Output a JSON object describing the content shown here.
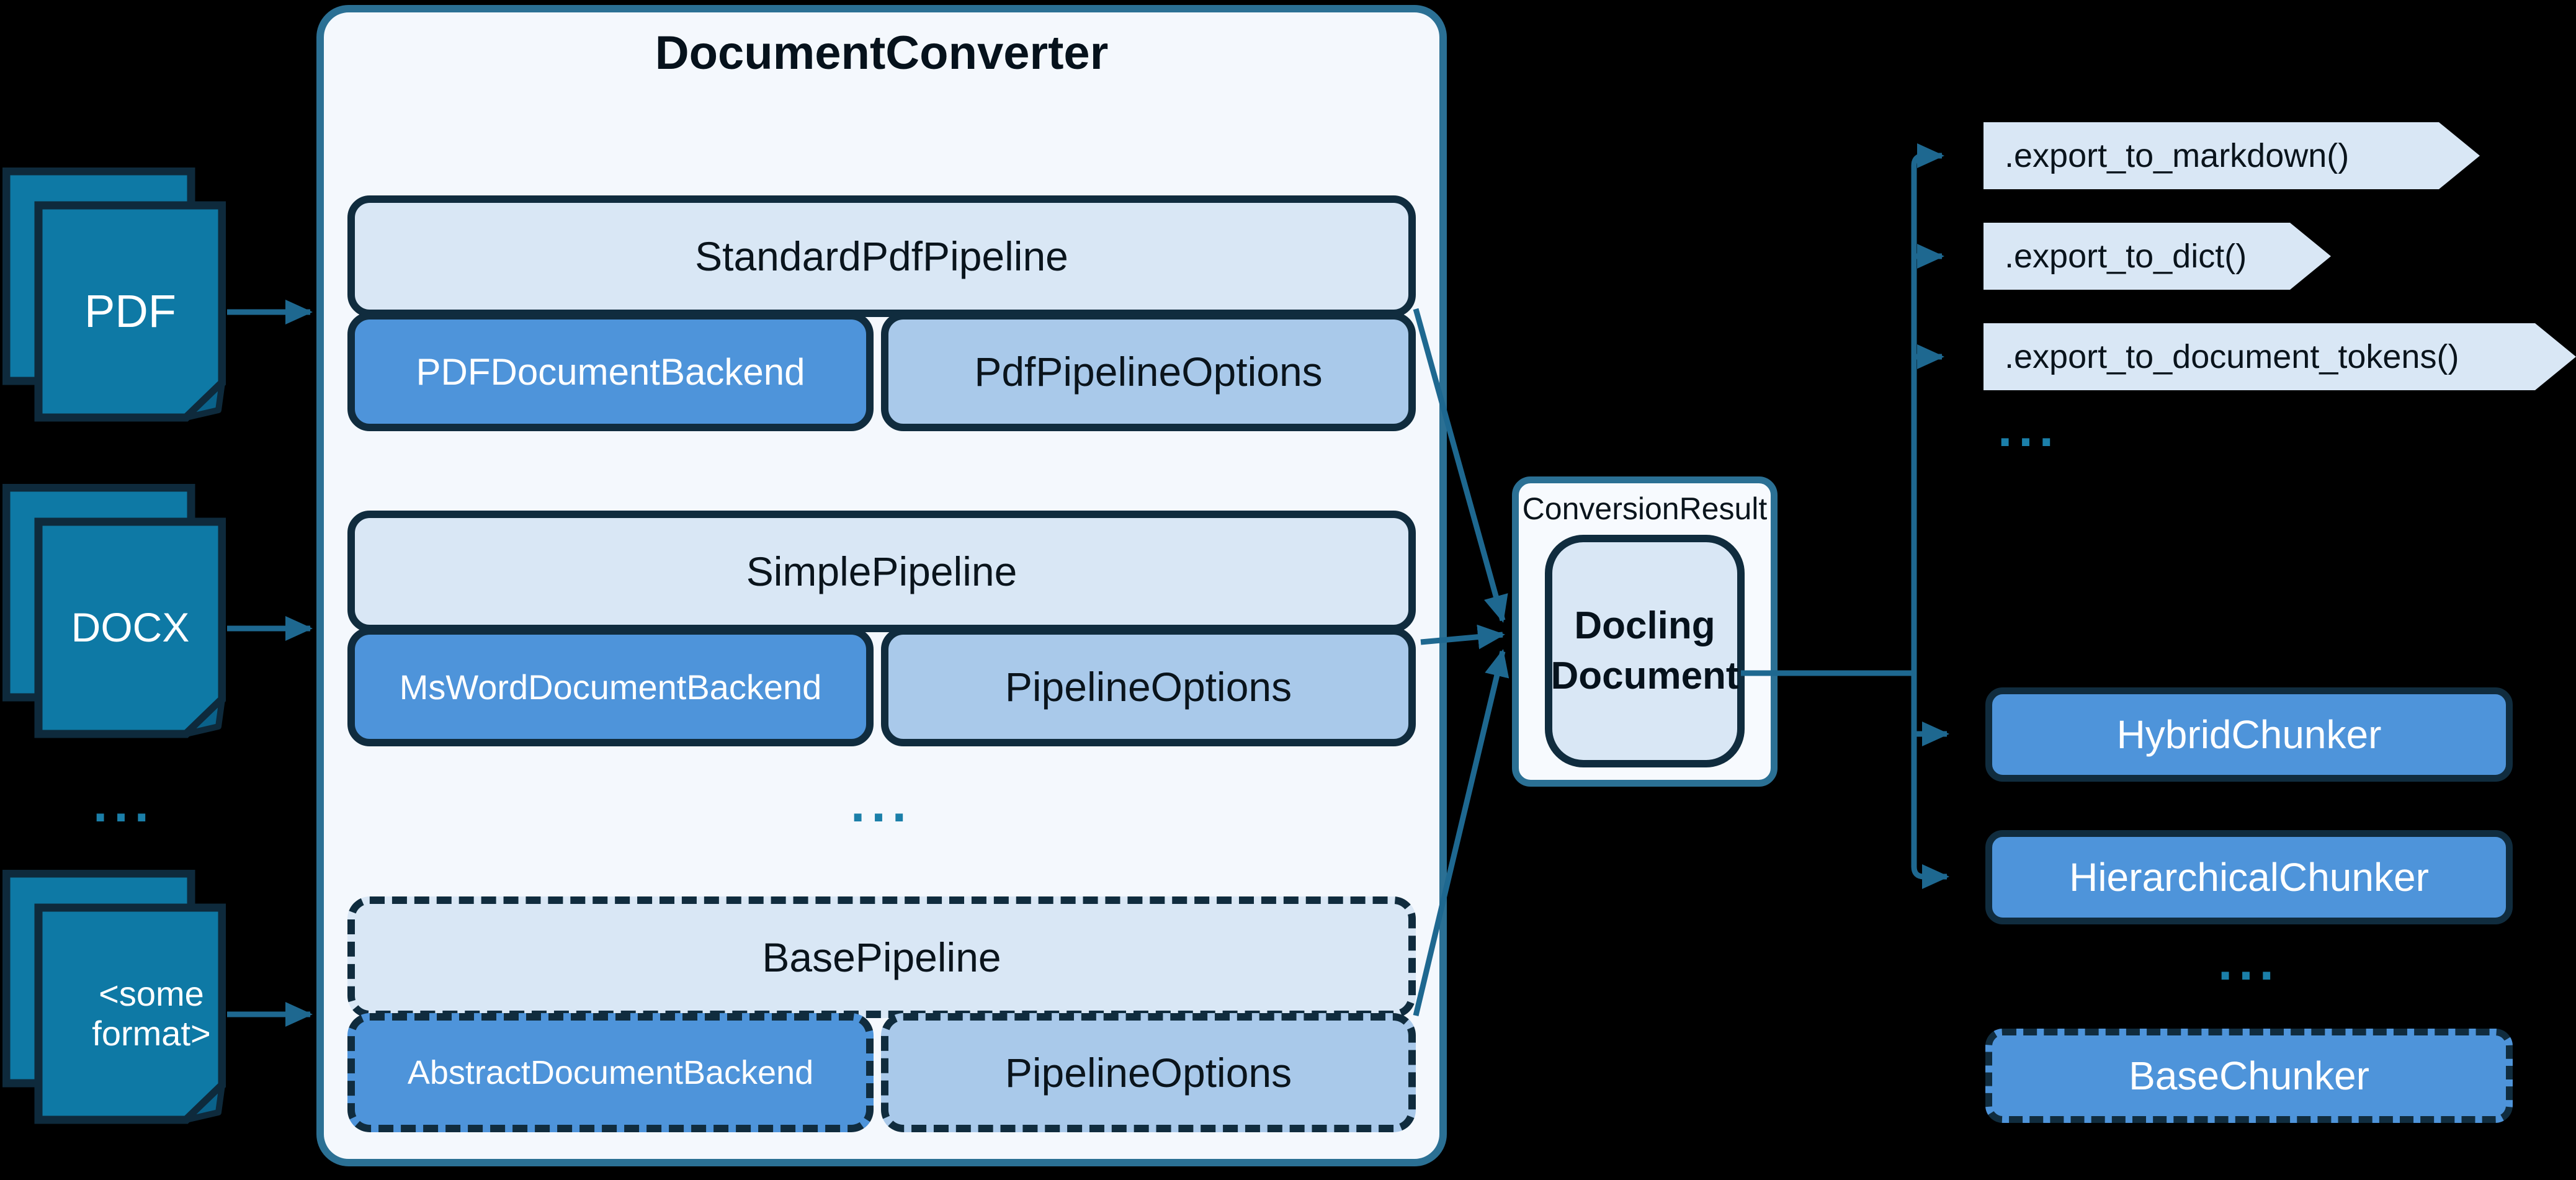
{
  "colors": {
    "background": "#000000",
    "document_fill": "#0e79a5",
    "document_border": "#0e2a3c",
    "document_fold": "#0a628b",
    "converter_fill": "#f4f8fd",
    "converter_border": "#2b7094",
    "box_border": "#102c3e",
    "pipeline_fill": "#d9e7f5",
    "backend_fill": "#4e94da",
    "options_fill": "#a9c9ea",
    "result_fill": "#f7fafe",
    "tag_fill": "#d9e7f5",
    "arrow": "#1e6890",
    "ellipsis": "#1b7fa9"
  },
  "inputs": {
    "docs": [
      {
        "label": "PDF"
      },
      {
        "label": "DOCX"
      },
      {
        "label": "<some format>"
      }
    ],
    "ellipsis": "..."
  },
  "converter": {
    "title": "DocumentConverter",
    "ellipsis": "...",
    "groups": [
      {
        "pipeline": "StandardPdfPipeline",
        "backend": "PDFDocumentBackend",
        "options": "PdfPipelineOptions",
        "dashed": false
      },
      {
        "pipeline": "SimplePipeline",
        "backend": "MsWordDocumentBackend",
        "options": "PipelineOptions",
        "dashed": false
      },
      {
        "pipeline": "BasePipeline",
        "backend": "AbstractDocumentBackend",
        "options": "PipelineOptions",
        "dashed": true
      }
    ]
  },
  "result": {
    "container_label": "ConversionResult",
    "document_label": "Docling Document"
  },
  "exports": {
    "methods": [
      {
        "label": ".export_to_markdown()"
      },
      {
        "label": ".export_to_dict()"
      },
      {
        "label": ".export_to_document_tokens()"
      }
    ],
    "ellipsis": "..."
  },
  "chunkers": {
    "items": [
      {
        "label": "HybridChunker"
      },
      {
        "label": "HierarchicalChunker"
      }
    ],
    "ellipsis": "...",
    "base": {
      "label": "BaseChunker"
    }
  }
}
